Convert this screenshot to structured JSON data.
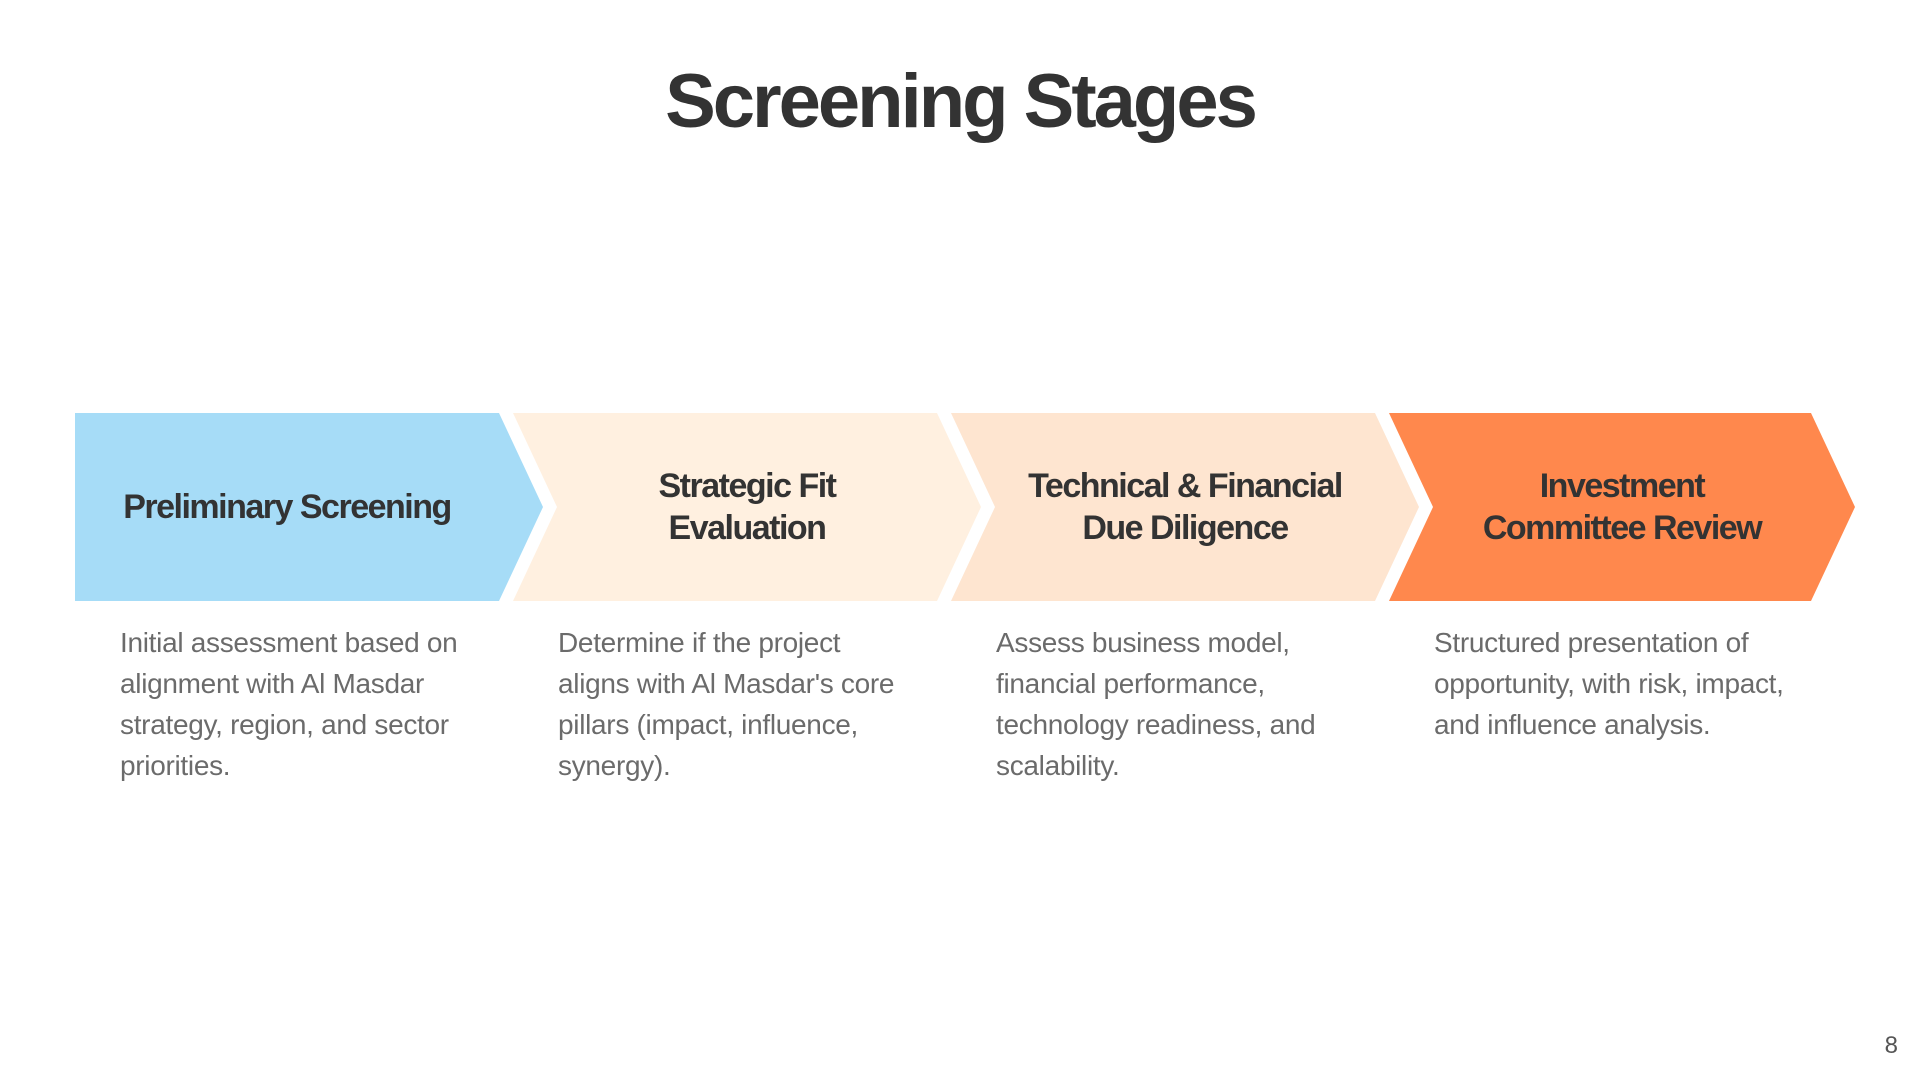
{
  "title": "Screening Stages",
  "stages": [
    {
      "label_lines": [
        "Preliminary Screening"
      ],
      "description": "Initial assessment based on alignment with Al Masdar strategy, region, and sector priorities.",
      "color": "#a6dcf7"
    },
    {
      "label_lines": [
        "Strategic Fit",
        "Evaluation"
      ],
      "description": "Determine if the project aligns with Al Masdar's core pillars (impact, influence, synergy).",
      "color": "#fff0e0"
    },
    {
      "label_lines": [
        "Technical & Financial",
        "Due Diligence"
      ],
      "description": "Assess business model, financial performance, technology readiness, and scalability.",
      "color": "#fee5d0"
    },
    {
      "label_lines": [
        "Investment",
        "Committee Review"
      ],
      "description": "Structured presentation of opportunity, with risk, impact, and influence analysis.",
      "color": "#ff884d"
    }
  ],
  "page_number": "8"
}
